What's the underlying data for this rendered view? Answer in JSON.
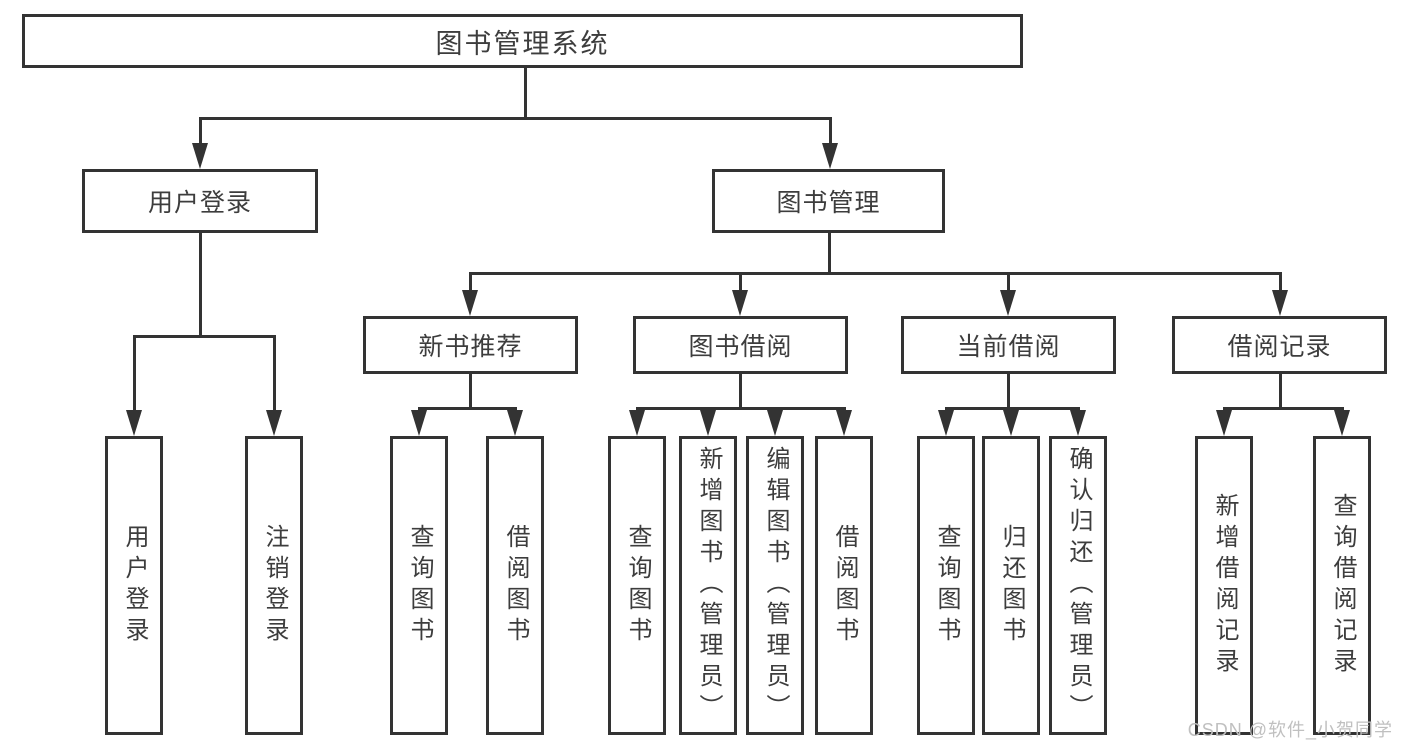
{
  "diagram": {
    "title": "图书管理系统",
    "watermark": "CSDN @软件_小贺同学",
    "colors": {
      "line": "#333333",
      "text": "#3d3d3d",
      "background": "#ffffff",
      "watermark": "#c0c0c0"
    },
    "nodes": [
      {
        "id": "root",
        "label": "图书管理系统",
        "parent": null
      },
      {
        "id": "user-login",
        "label": "用户登录",
        "parent": "root"
      },
      {
        "id": "book-management",
        "label": "图书管理",
        "parent": "root"
      },
      {
        "id": "new-book-recommend",
        "label": "新书推荐",
        "parent": "book-management"
      },
      {
        "id": "book-borrow",
        "label": "图书借阅",
        "parent": "book-management"
      },
      {
        "id": "current-borrow",
        "label": "当前借阅",
        "parent": "book-management"
      },
      {
        "id": "borrow-records",
        "label": "借阅记录",
        "parent": "book-management"
      },
      {
        "id": "leaf-user-login",
        "label": "用户登录",
        "parent": "user-login"
      },
      {
        "id": "leaf-logout",
        "label": "注销登录",
        "parent": "user-login"
      },
      {
        "id": "leaf-nbr-query",
        "label": "查询图书",
        "parent": "new-book-recommend"
      },
      {
        "id": "leaf-nbr-borrow",
        "label": "借阅图书",
        "parent": "new-book-recommend"
      },
      {
        "id": "leaf-bb-query",
        "label": "查询图书",
        "parent": "book-borrow"
      },
      {
        "id": "leaf-bb-add",
        "label": "新增图书（管理员）",
        "parent": "book-borrow"
      },
      {
        "id": "leaf-bb-edit",
        "label": "编辑图书（管理员）",
        "parent": "book-borrow"
      },
      {
        "id": "leaf-bb-borrow",
        "label": "借阅图书",
        "parent": "book-borrow"
      },
      {
        "id": "leaf-cb-query",
        "label": "查询图书",
        "parent": "current-borrow"
      },
      {
        "id": "leaf-cb-return",
        "label": "归还图书",
        "parent": "current-borrow"
      },
      {
        "id": "leaf-cb-confirm",
        "label": "确认归还（管理员）",
        "parent": "current-borrow"
      },
      {
        "id": "leaf-br-add",
        "label": "新增借阅记录",
        "parent": "borrow-records"
      },
      {
        "id": "leaf-br-query",
        "label": "查询借阅记录",
        "parent": "borrow-records"
      }
    ]
  }
}
